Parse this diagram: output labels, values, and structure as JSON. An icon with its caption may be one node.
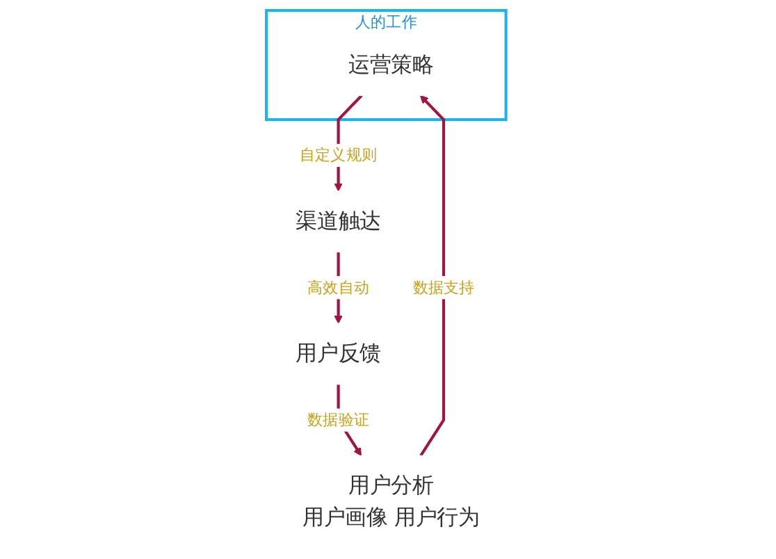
{
  "diagram": {
    "nodes": [
      {
        "text": [
          "人的工作"
        ]
      },
      {
        "text": [
          "用户分析",
          "用户画像 用户行为"
        ]
      },
      {
        "text": [
          "运营策略"
        ],
        "in": 0
      },
      {
        "text": [
          "用户反馈"
        ]
      },
      {
        "text": [
          "渠道触达"
        ]
      }
    ],
    "edges": [
      {
        "from": 1,
        "to": 2,
        "arrow": "to",
        "label": "数据支持"
      },
      {
        "from": 2,
        "to": 4,
        "arrow": "to",
        "label": "自定义规则"
      },
      {
        "from": 4,
        "to": 3,
        "arrow": "to",
        "label": "高效自动"
      },
      {
        "from": 3,
        "to": 1,
        "arrow": "to",
        "label": "数据验证"
      }
    ]
  }
}
